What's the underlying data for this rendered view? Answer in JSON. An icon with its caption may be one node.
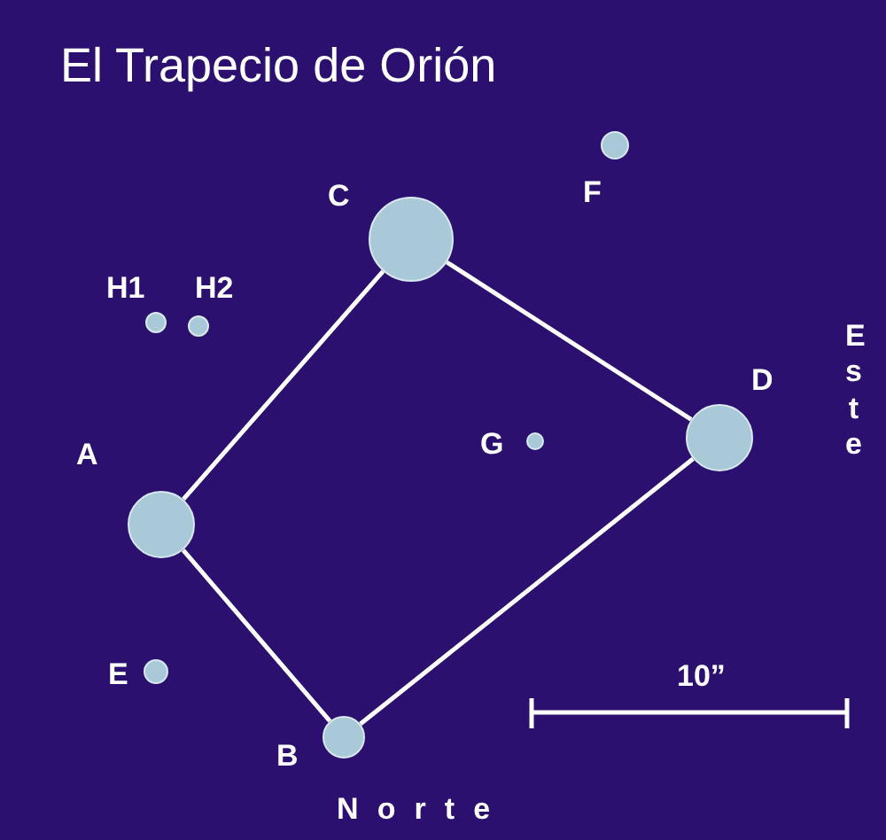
{
  "diagram": {
    "title": "El Trapecio de Orión",
    "nodes": [
      {
        "text": [],
        "shape": "circle",
        "beside": [
          "F"
        ]
      },
      {
        "text": [],
        "shape": "circle",
        "beside": [
          "C"
        ]
      },
      {
        "text": [],
        "shape": "circle",
        "beside": [
          "H1"
        ]
      },
      {
        "text": [],
        "shape": "circle",
        "beside": [
          "H2"
        ]
      },
      {
        "text": [],
        "shape": "circle",
        "beside": [
          "D"
        ]
      },
      {
        "text": [],
        "shape": "circle",
        "beside": [
          "G"
        ]
      },
      {
        "text": [],
        "shape": "circle",
        "beside": [
          "A"
        ]
      },
      {
        "text": [],
        "shape": "circle",
        "beside": [
          "E"
        ]
      },
      {
        "text": [],
        "shape": "circle",
        "beside": [
          "B"
        ]
      }
    ],
    "edges": [
      {
        "from": 6,
        "to": 1,
        "arrow": "none"
      },
      {
        "from": 1,
        "to": 4,
        "arrow": "none"
      },
      {
        "from": 4,
        "to": 8,
        "arrow": "none"
      },
      {
        "from": 8,
        "to": 6,
        "arrow": "none"
      }
    ],
    "labels": [
      "Este",
      "10”",
      "Norte"
    ]
  }
}
